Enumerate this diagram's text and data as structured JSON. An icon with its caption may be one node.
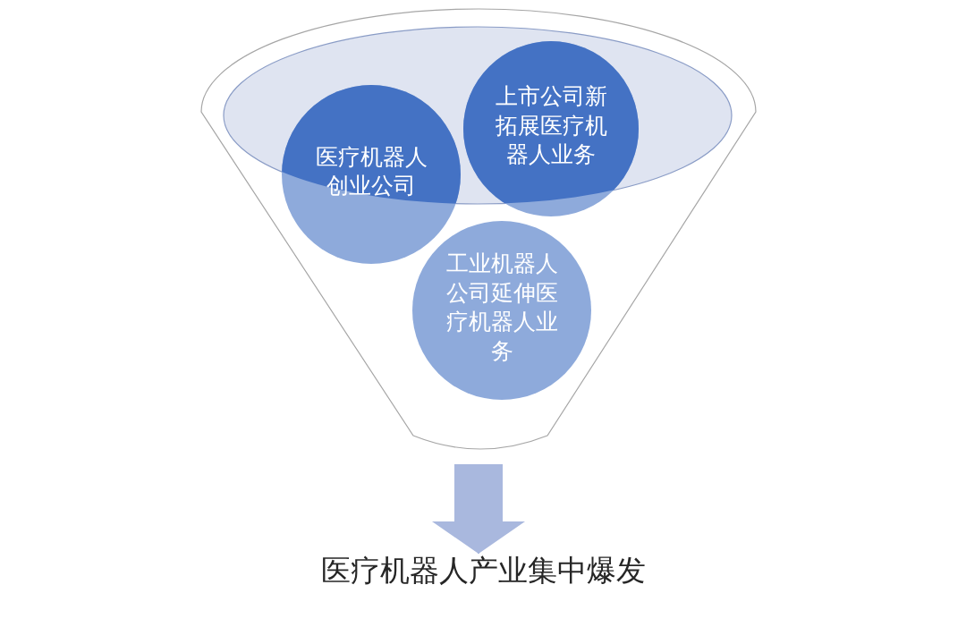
{
  "diagram": {
    "nodes": [
      {
        "text": [],
        "shape": "funnel"
      },
      {
        "text": [
          "医疗机器人创业公司"
        ],
        "in": 0
      },
      {
        "text": [
          "上市公司新拓展医疗机器人业务"
        ],
        "in": 0
      },
      {
        "text": [
          "工业机器人公司延伸医疗机器人业务"
        ],
        "in": 0
      },
      {
        "text": [
          "医疗机器人产业集中爆发"
        ]
      }
    ],
    "edges": [
      {
        "from": 0,
        "to": 4,
        "arrow": "to"
      }
    ]
  }
}
